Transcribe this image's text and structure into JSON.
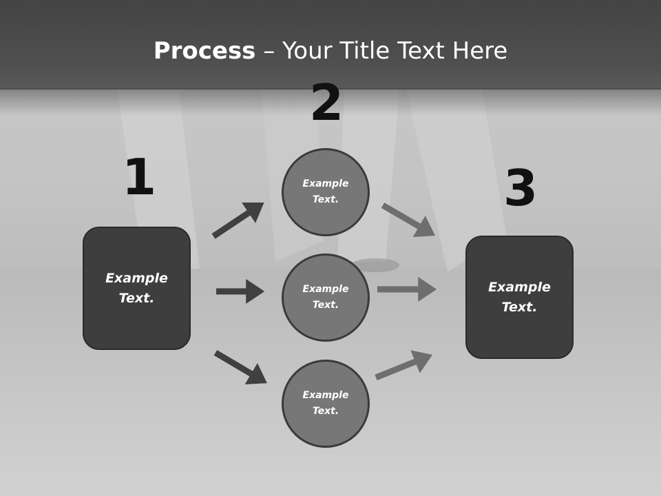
{
  "title": {
    "bold": "Process",
    "rest": " – Your Title Text Here"
  },
  "steps": [
    {
      "number": "1",
      "text": "Example Text."
    },
    {
      "number": "2",
      "items": [
        "Example Text.",
        "Example Text.",
        "Example Text."
      ]
    },
    {
      "number": "3",
      "text": "Example Text."
    }
  ],
  "colors": {
    "header": "#4a4a4a",
    "box": "#3e3e3e",
    "circle": "#777777",
    "arrow_dark": "#404040",
    "arrow_light": "#6e6e6e"
  }
}
